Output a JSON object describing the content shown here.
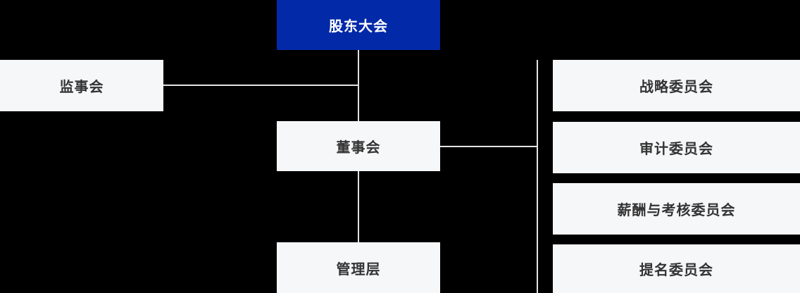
{
  "canvas": {
    "background_color": "#000000"
  },
  "colors": {
    "primary_node_fill": "#0229A8",
    "primary_node_text": "#FFFFFF",
    "node_fill": "#F6F7F9",
    "node_text": "#333333",
    "connector": "#E4E4E4"
  },
  "org_chart": {
    "nodes": {
      "shareholders": {
        "label": "股东大会",
        "level": "root"
      },
      "supervisors": {
        "label": "监事会",
        "level": "second"
      },
      "board": {
        "label": "董事会",
        "level": "second"
      },
      "management": {
        "label": "管理层",
        "level": "third"
      },
      "strategy_committee": {
        "label": "战略委员会",
        "level": "third"
      },
      "audit_committee": {
        "label": "审计委员会",
        "level": "third"
      },
      "remuneration_committee": {
        "label": "薪酬与考核委员会",
        "level": "third"
      },
      "nomination_committee": {
        "label": "提名委员会",
        "level": "third"
      }
    },
    "connections": [
      {
        "from": "股东大会",
        "to": "董事会"
      },
      {
        "from": "监事会",
        "to": "中轴线"
      },
      {
        "from": "董事会",
        "to": "管理层"
      },
      {
        "from": "董事会",
        "to": "委员会纵线"
      }
    ]
  }
}
